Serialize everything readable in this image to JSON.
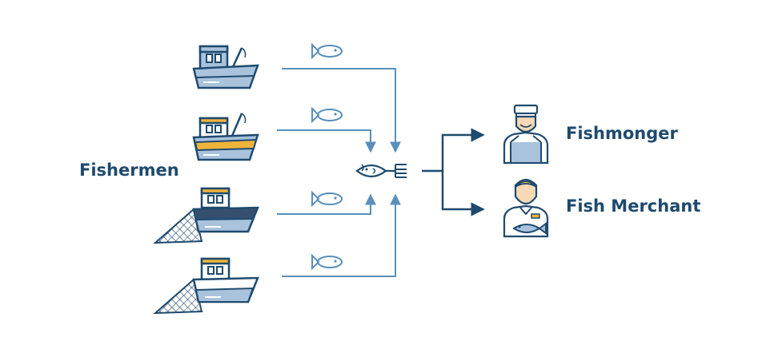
{
  "labels": {
    "fishermen": "Fishermen",
    "fishmonger": "Fishmonger",
    "fish_merchant": "Fish Merchant"
  },
  "colors": {
    "navy": "#1f4a6e",
    "flow_line": "#5a8fbb",
    "boat_hull": "#a9c3dd",
    "cabin_accent": "#efb43a",
    "skin": "#f7d9b5"
  },
  "boats": [
    {
      "type": "fishing-rod-boat",
      "cabin_color": "#a9c3dd",
      "hull_stripe": "#a9c3dd"
    },
    {
      "type": "fishing-rod-boat",
      "cabin_color": "#efb43a",
      "hull_stripe": "#efb43a"
    },
    {
      "type": "net-boat",
      "cabin_color": "#efb43a",
      "hull_stripe": "#35506e"
    },
    {
      "type": "net-boat",
      "cabin_color": "#efb43a",
      "hull_stripe": "#a9c3dd"
    }
  ]
}
